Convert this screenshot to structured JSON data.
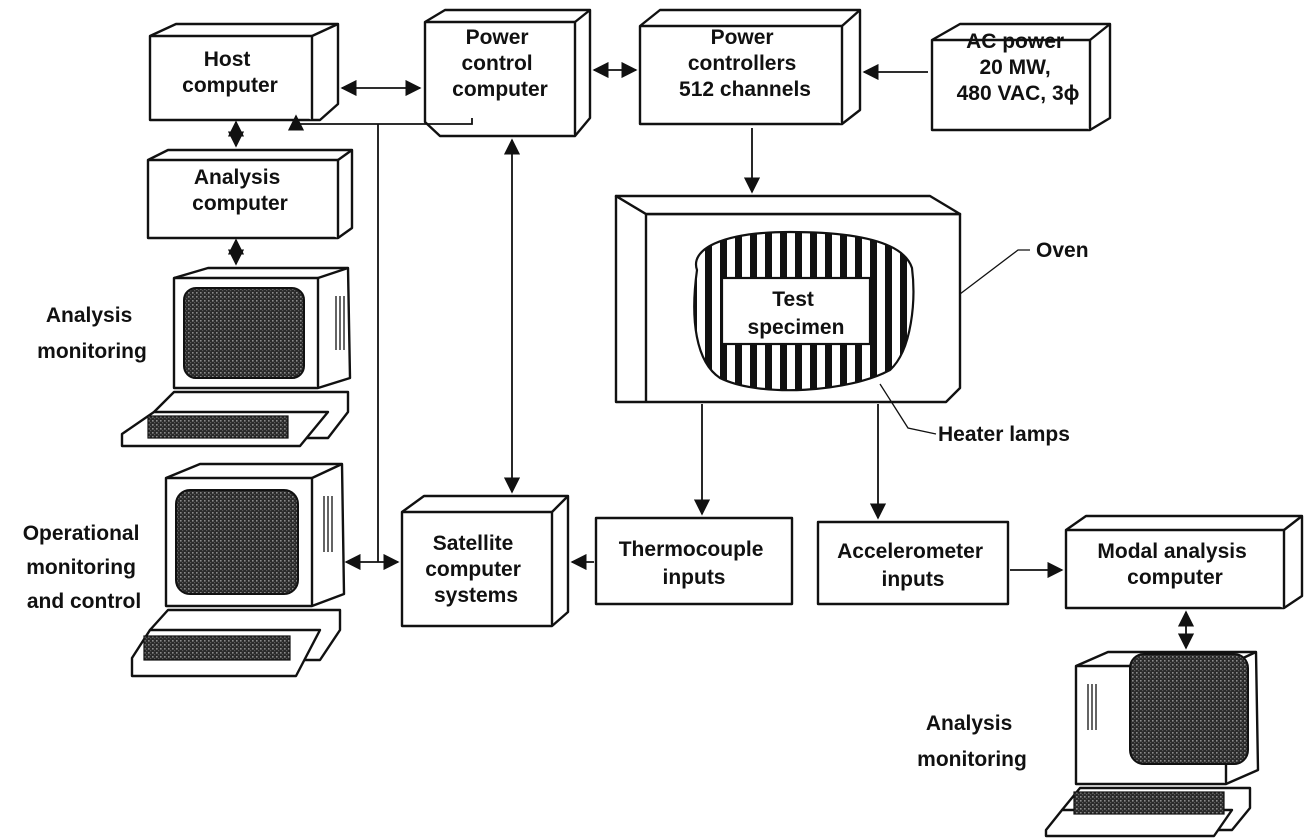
{
  "nodes": {
    "host_computer": [
      "Host",
      "computer"
    ],
    "power_control_computer": [
      "Power",
      "control",
      "computer"
    ],
    "power_controllers": [
      "Power",
      "controllers",
      "512 channels"
    ],
    "ac_power": [
      "AC power",
      "20 MW,",
      "480 VAC, 3ϕ"
    ],
    "analysis_computer": [
      "Analysis",
      "computer"
    ],
    "analysis_monitoring_left": [
      "Analysis",
      "monitoring"
    ],
    "operational_monitoring": [
      "Operational",
      "monitoring",
      "and control"
    ],
    "satellite_computers": [
      "Satellite",
      "computer",
      "systems"
    ],
    "thermocouple_inputs": [
      "Thermocouple",
      "inputs"
    ],
    "accelerometer_inputs": [
      "Accelerometer",
      "inputs"
    ],
    "modal_analysis_computer": [
      "Modal analysis",
      "computer"
    ],
    "analysis_monitoring_right": [
      "Analysis",
      "monitoring"
    ],
    "test_specimen": [
      "Test",
      "specimen"
    ],
    "oven": [
      "Oven"
    ],
    "heater_lamps": [
      "Heater lamps"
    ]
  }
}
